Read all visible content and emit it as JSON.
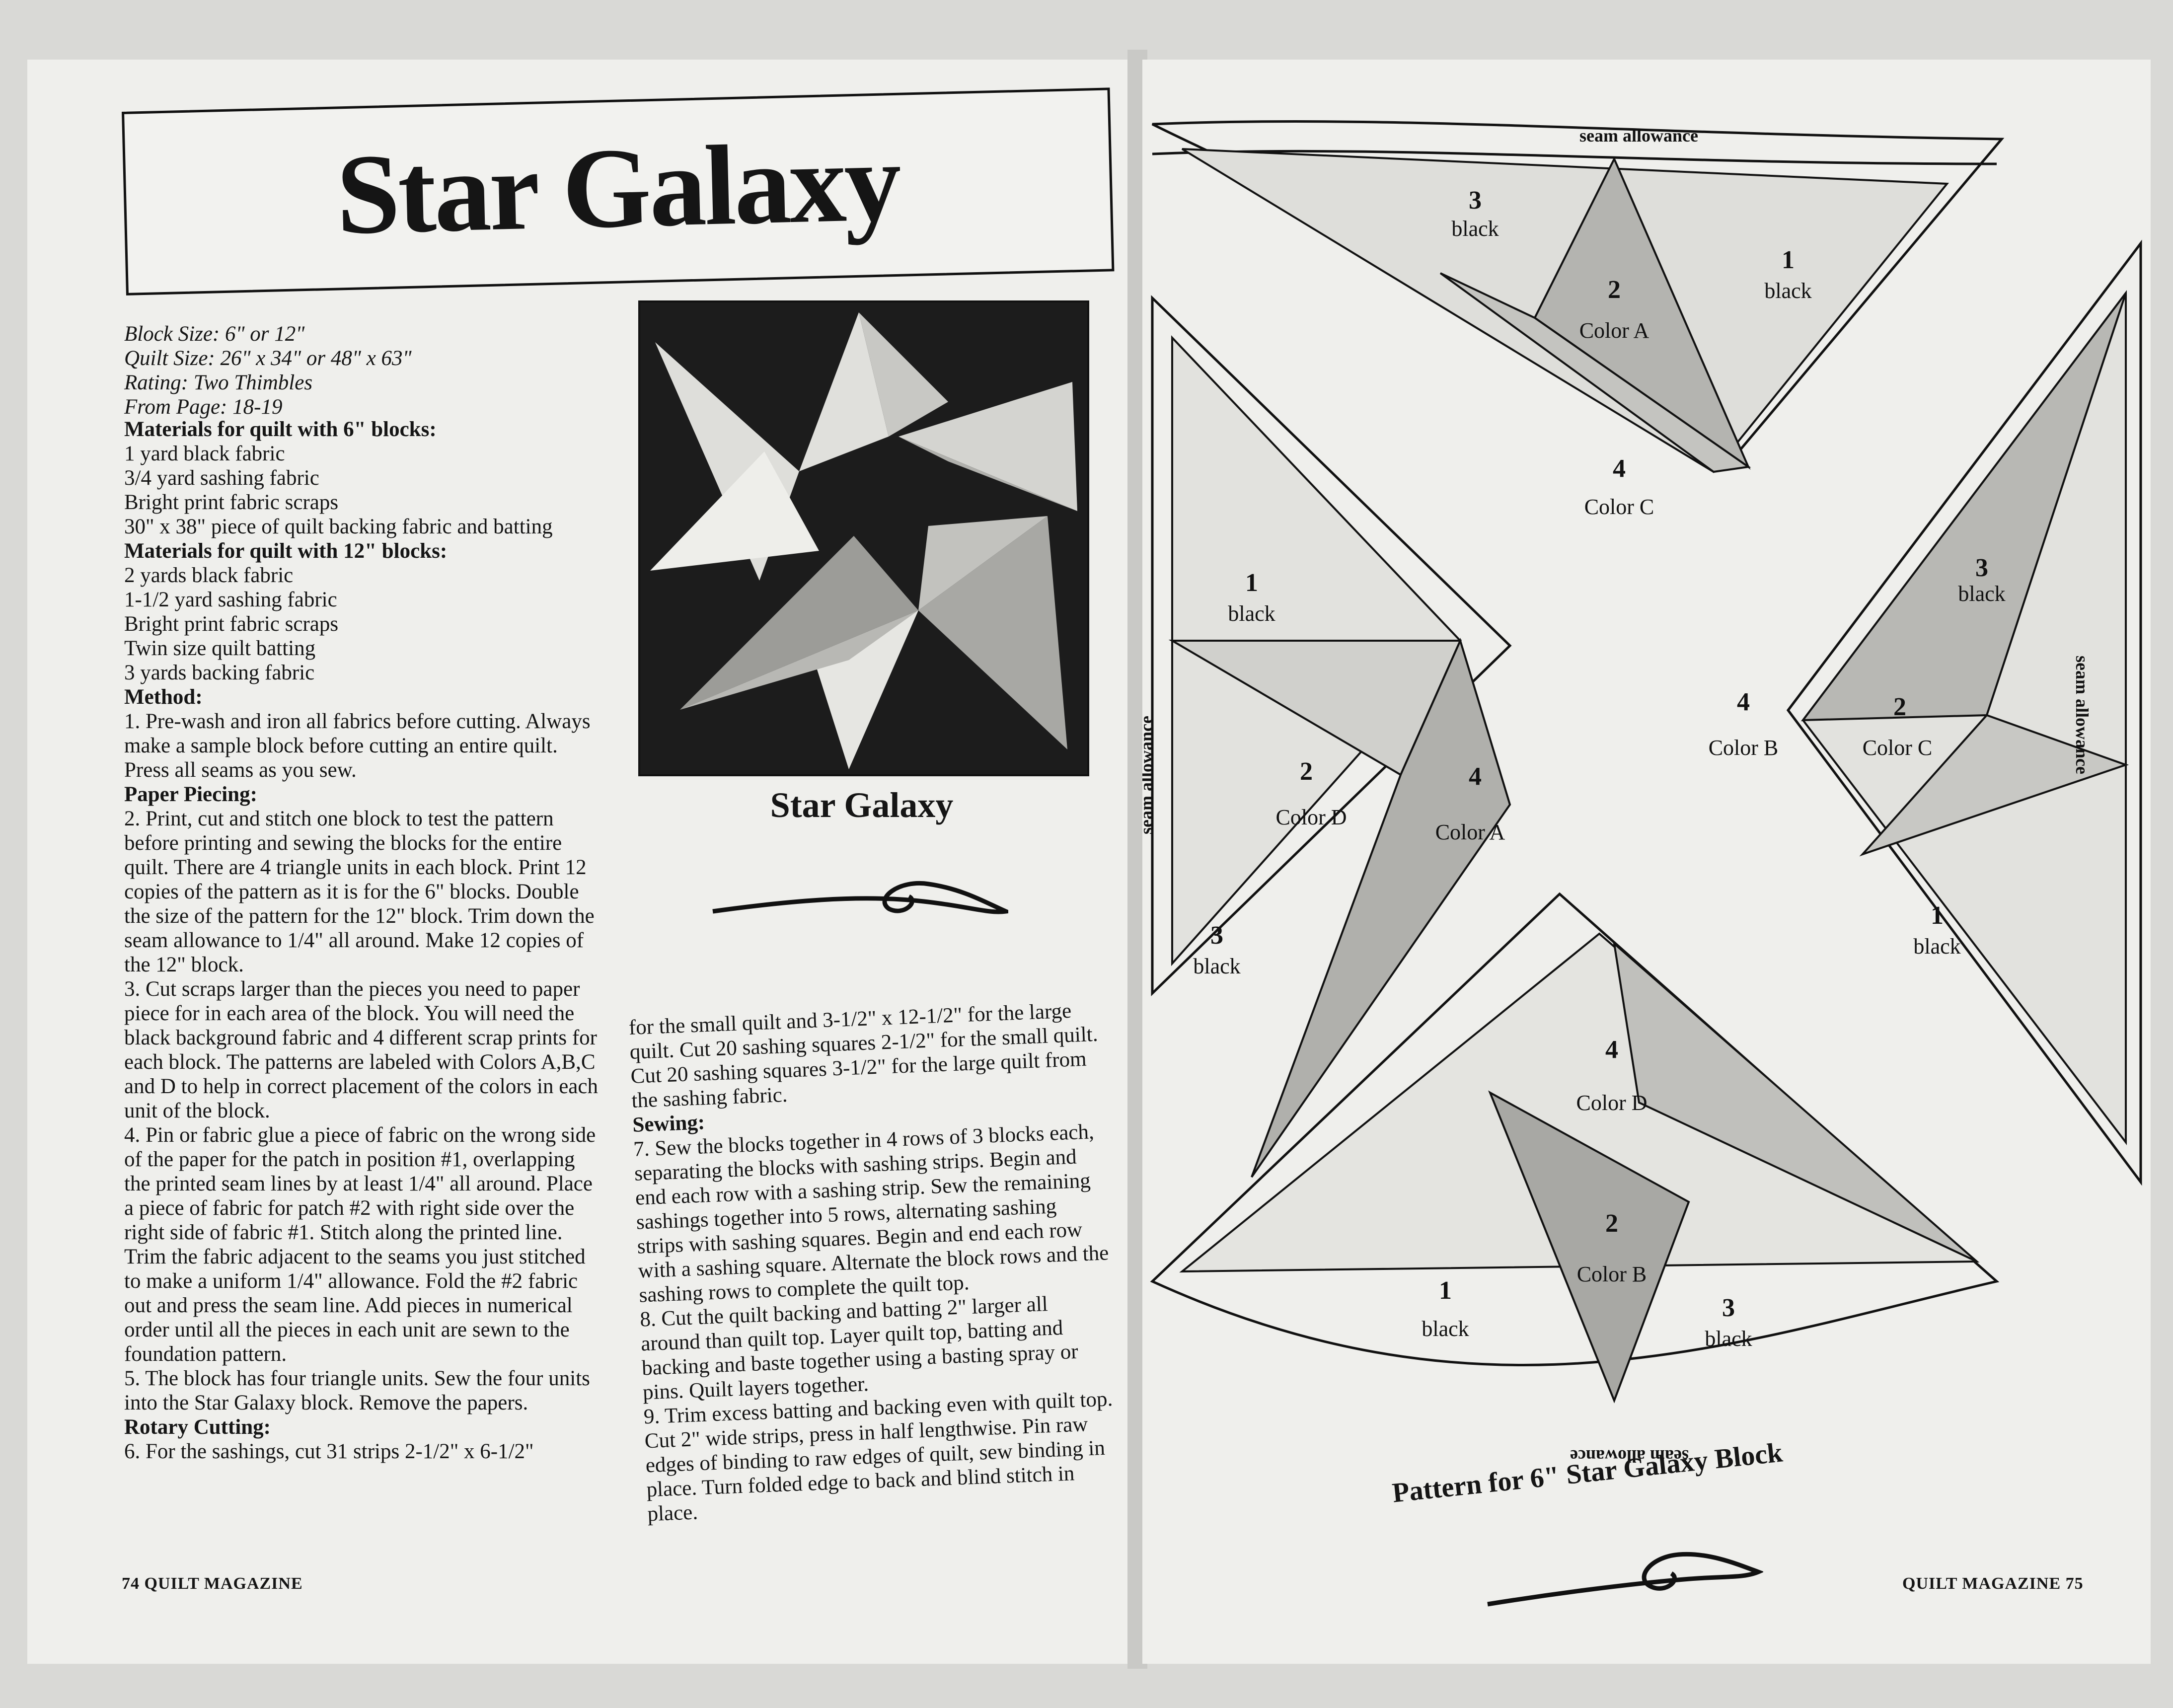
{
  "left_page": {
    "title": "Star Galaxy",
    "meta": [
      "Block Size: 6\" or 12\"",
      "Quilt Size: 26\" x 34\" or 48\" x 63\"",
      "Rating: Two Thimbles",
      "From Page: 18-19"
    ],
    "col1": [
      {
        "h": "Materials for quilt with 6\" blocks:"
      },
      {
        "t": "1 yard black fabric"
      },
      {
        "t": "3/4 yard sashing fabric"
      },
      {
        "t": "Bright print fabric scraps"
      },
      {
        "t": "30\" x 38\" piece of quilt backing fabric and batting"
      },
      {
        "h": "Materials for quilt with 12\" blocks:"
      },
      {
        "t": "2 yards black fabric"
      },
      {
        "t": "1-1/2 yard sashing fabric"
      },
      {
        "t": "Bright print fabric scraps"
      },
      {
        "t": "Twin size quilt batting"
      },
      {
        "t": "3 yards backing fabric"
      },
      {
        "h": "Method:"
      },
      {
        "t": "1. Pre-wash and iron all fabrics before cutting. Always make a sample block before cutting an entire quilt. Press all seams as you sew."
      },
      {
        "h": "Paper Piecing:"
      },
      {
        "t": "2. Print, cut and stitch one block to test the pattern before printing and sewing the blocks for the entire quilt. There are 4 triangle units in each block. Print 12 copies of the pattern as it is for the 6\" blocks. Double the size of the pattern for the 12\" block. Trim down the seam allowance to 1/4\" all around. Make 12 copies of the 12\" block."
      },
      {
        "t": "3. Cut scraps larger than the pieces you need to paper piece for in each area of the block. You will need the black background fabric and 4 different scrap prints for each block. The patterns are labeled with Colors A,B,C and D to help in correct placement of the colors in each unit of the block."
      },
      {
        "t": "4. Pin or fabric glue a piece of fabric on the wrong side of the paper for the patch in position #1, overlapping the printed seam lines by at least 1/4\" all around. Place a piece of fabric for patch #2 with right side over the right side of fabric #1. Stitch along the printed line. Trim the fabric adjacent to the seams you just stitched to make a uniform 1/4\" allowance. Fold the #2 fabric out and press the seam line. Add pieces in numerical order until all the pieces in each unit are sewn to the foundation pattern."
      },
      {
        "t": "5. The block has four triangle units. Sew the four units into the Star Galaxy block. Remove the papers."
      },
      {
        "h": "Rotary Cutting:"
      },
      {
        "t": "6. For the sashings, cut 31 strips 2-1/2\" x 6-1/2\""
      }
    ],
    "col2": [
      {
        "t": "for the small quilt and 3-1/2\" x 12-1/2\" for the large quilt. Cut 20 sashing squares 2-1/2\" for the small quilt. Cut 20 sashing squares 3-1/2\" for the large quilt from the sashing fabric."
      },
      {
        "h": "Sewing:"
      },
      {
        "t": "7. Sew the blocks together in 4 rows of 3 blocks each, separating the blocks with sashing strips. Begin and end each row with a sashing strip. Sew the remaining sashings together into 5 rows, alternating sashing strips with sashing squares. Begin and end each row with a sashing square. Alternate the block rows and the sashing rows to complete the quilt top."
      },
      {
        "t": "8. Cut the quilt backing and batting 2\" larger all around than quilt top. Layer quilt top, batting and backing and baste together using a basting spray or pins. Quilt layers together."
      },
      {
        "t": "9. Trim excess batting and backing even with quilt top. Cut 2\" wide strips, press in half lengthwise. Pin raw edges of binding to raw edges of quilt, sew binding in place. Turn folded edge to back and blind stitch in place."
      }
    ],
    "caption": "Star Galaxy",
    "footer": "74  QUILT MAGAZINE"
  },
  "right_page": {
    "seam_label": "seam allowance",
    "labels": {
      "top_3_num": "3",
      "top_3_txt": "black",
      "top_2_num": "2",
      "top_2_txt": "Color A",
      "top_1_num": "1",
      "top_1_txt": "black",
      "top_4_num": "4",
      "top_4_txt": "Color C",
      "left_1_num": "1",
      "left_1_txt": "black",
      "left_2_num": "2",
      "left_2_txt": "Color D",
      "left_4_num": "4",
      "left_4_txt": "Color A",
      "left_3_num": "3",
      "left_3_txt": "black",
      "right_3_num": "3",
      "right_3_txt": "black",
      "right_4_num": "4",
      "right_4_txt": "Color B",
      "right_2_num": "2",
      "right_2_txt": "Color C",
      "right_1_num": "1",
      "right_1_txt": "black",
      "bot_4_num": "4",
      "bot_4_txt": "Color D",
      "bot_2_num": "2",
      "bot_2_txt": "Color B",
      "bot_1_num": "1",
      "bot_1_txt": "black",
      "bot_3_num": "3",
      "bot_3_txt": "black"
    },
    "caption": "Pattern for 6\" Star Galaxy Block",
    "footer": "QUILT MAGAZINE  75"
  }
}
